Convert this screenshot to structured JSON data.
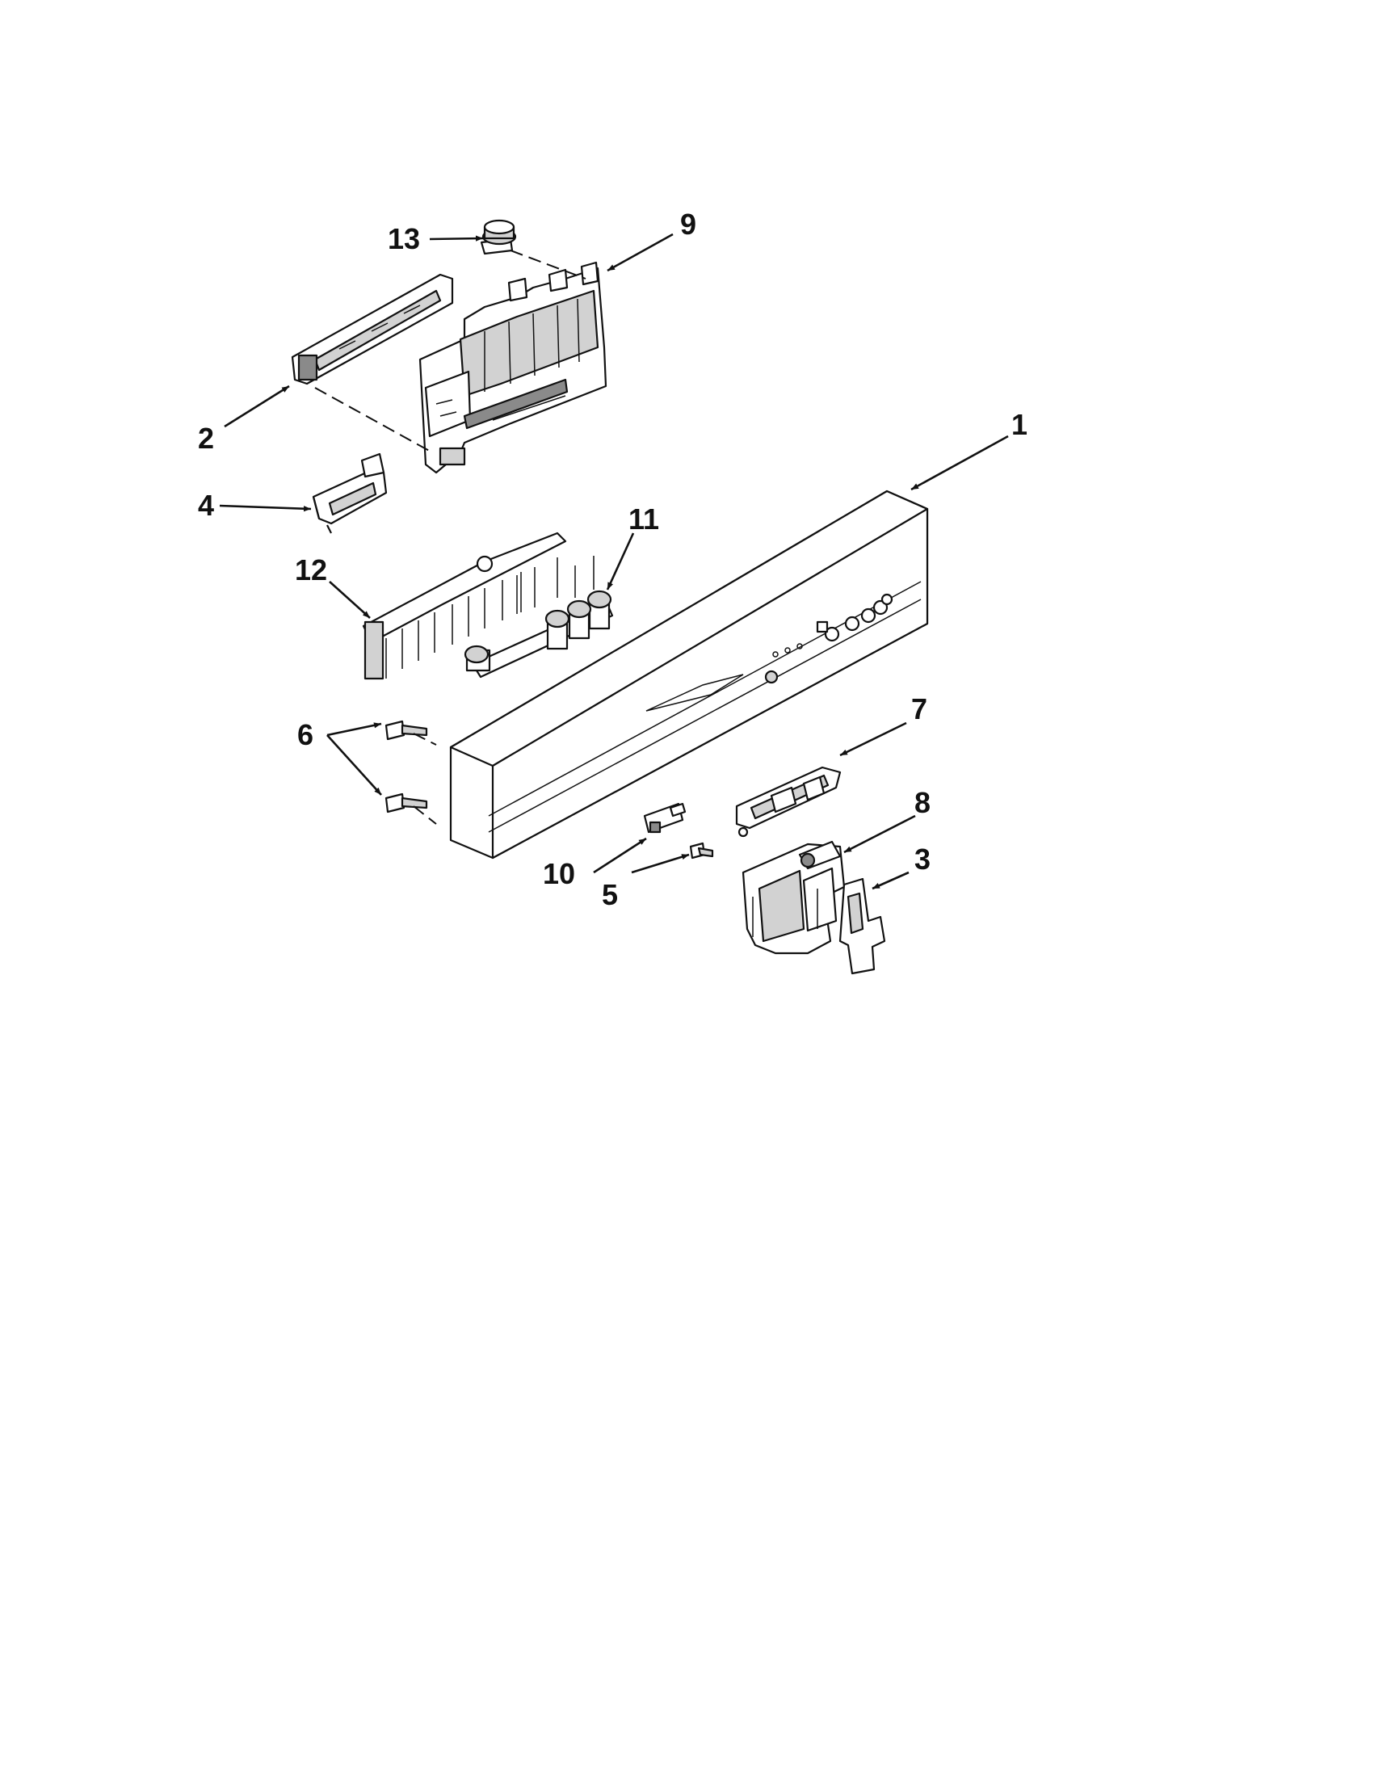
{
  "callouts": [
    {
      "id": "c1",
      "number": "1"
    },
    {
      "id": "c2",
      "number": "2"
    },
    {
      "id": "c3",
      "number": "3"
    },
    {
      "id": "c4",
      "number": "4"
    },
    {
      "id": "c5",
      "number": "5"
    },
    {
      "id": "c6",
      "number": "6"
    },
    {
      "id": "c7",
      "number": "7"
    },
    {
      "id": "c8",
      "number": "8"
    },
    {
      "id": "c9",
      "number": "9"
    },
    {
      "id": "c10",
      "number": "10"
    },
    {
      "id": "c11",
      "number": "11"
    },
    {
      "id": "c12",
      "number": "12"
    },
    {
      "id": "c13",
      "number": "13"
    }
  ]
}
